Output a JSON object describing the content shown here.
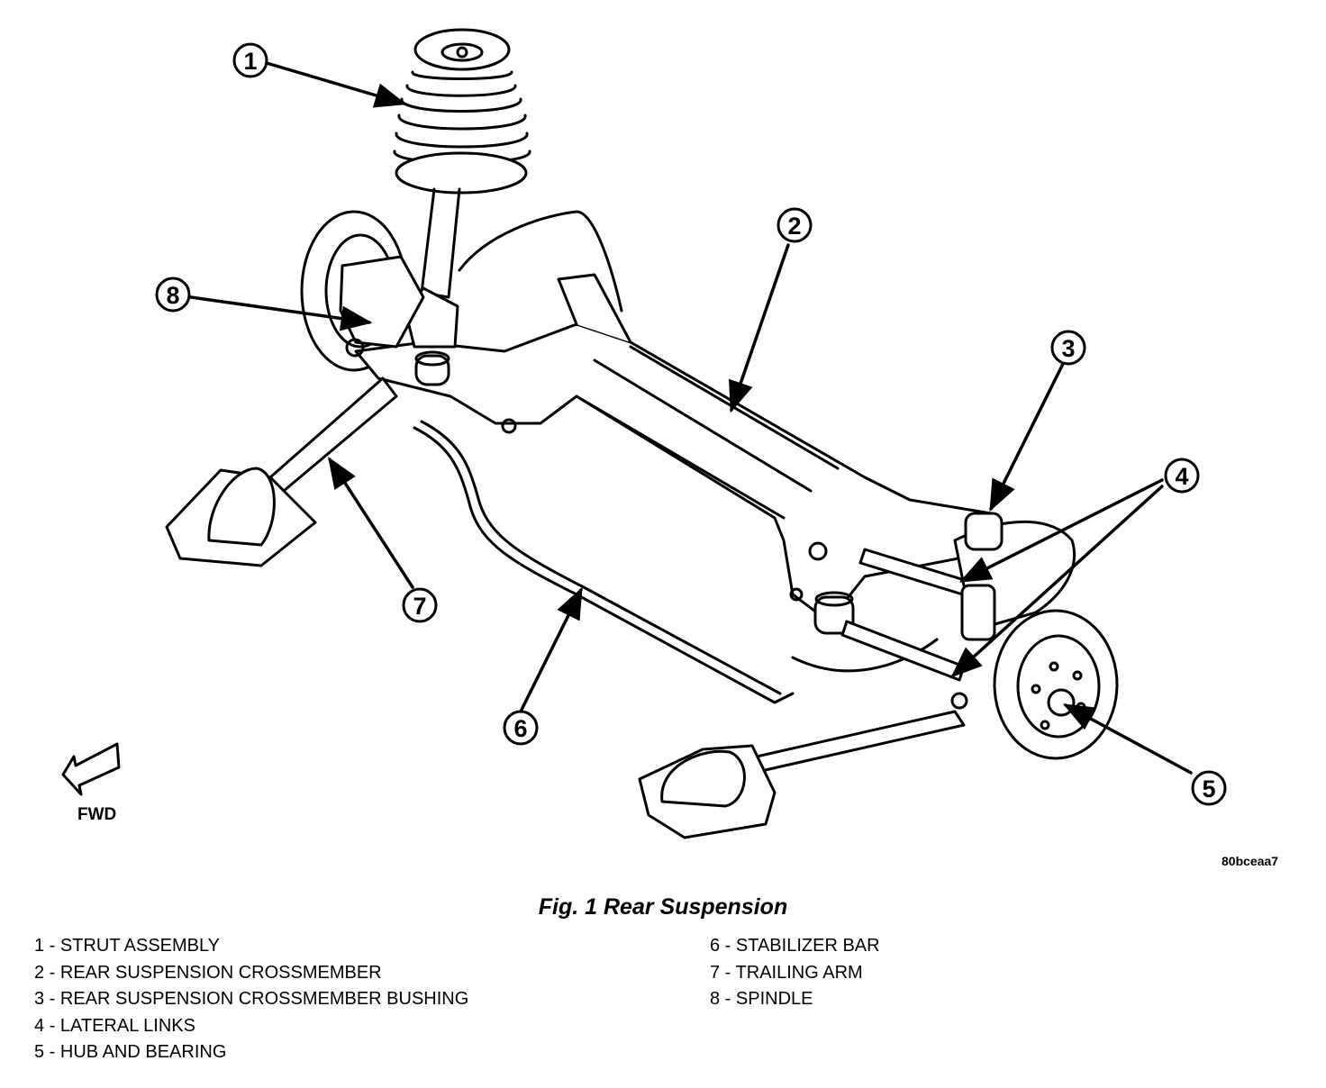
{
  "figure": {
    "title": "Fig. 1 Rear Suspension",
    "code": "80bceaa7",
    "direction_label": "FWD"
  },
  "callouts": [
    "1",
    "2",
    "3",
    "4",
    "5",
    "6",
    "7",
    "8"
  ],
  "legend": {
    "left": [
      "1 - STRUT ASSEMBLY",
      "2 - REAR SUSPENSION CROSSMEMBER",
      "3 - REAR SUSPENSION CROSSMEMBER BUSHING",
      "4 - LATERAL LINKS",
      "5 - HUB AND BEARING"
    ],
    "right": [
      "6 - STABILIZER BAR",
      "7 - TRAILING ARM",
      "8 - SPINDLE"
    ]
  }
}
